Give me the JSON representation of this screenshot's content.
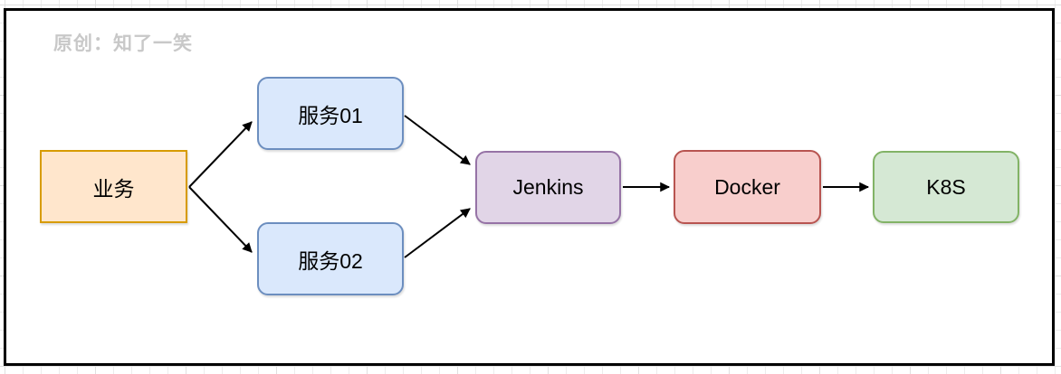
{
  "watermark": {
    "text": "原创：知了一笑",
    "color": "#c8c8c8"
  },
  "diagram": {
    "type": "flowchart",
    "arrow_color": "#000000",
    "frame_color": "#000000",
    "nodes": [
      {
        "id": "business",
        "label": "业务",
        "fill": "#FFE6CC",
        "stroke": "#D79B00",
        "shape": "rectangle"
      },
      {
        "id": "service-01",
        "label": "服务01",
        "fill": "#DAE8FC",
        "stroke": "#6C8EBF",
        "shape": "rounded"
      },
      {
        "id": "service-02",
        "label": "服务02",
        "fill": "#DAE8FC",
        "stroke": "#6C8EBF",
        "shape": "rounded"
      },
      {
        "id": "jenkins",
        "label": "Jenkins",
        "fill": "#E1D5E7",
        "stroke": "#9673A6",
        "shape": "rounded"
      },
      {
        "id": "docker",
        "label": "Docker",
        "fill": "#F8CECC",
        "stroke": "#B85450",
        "shape": "rounded"
      },
      {
        "id": "k8s",
        "label": "K8S",
        "fill": "#D5E8D4",
        "stroke": "#82B366",
        "shape": "rounded"
      }
    ],
    "edges": [
      {
        "from": "business",
        "to": "service-01"
      },
      {
        "from": "business",
        "to": "service-02"
      },
      {
        "from": "service-01",
        "to": "jenkins"
      },
      {
        "from": "service-02",
        "to": "jenkins"
      },
      {
        "from": "jenkins",
        "to": "docker"
      },
      {
        "from": "docker",
        "to": "k8s"
      }
    ]
  }
}
